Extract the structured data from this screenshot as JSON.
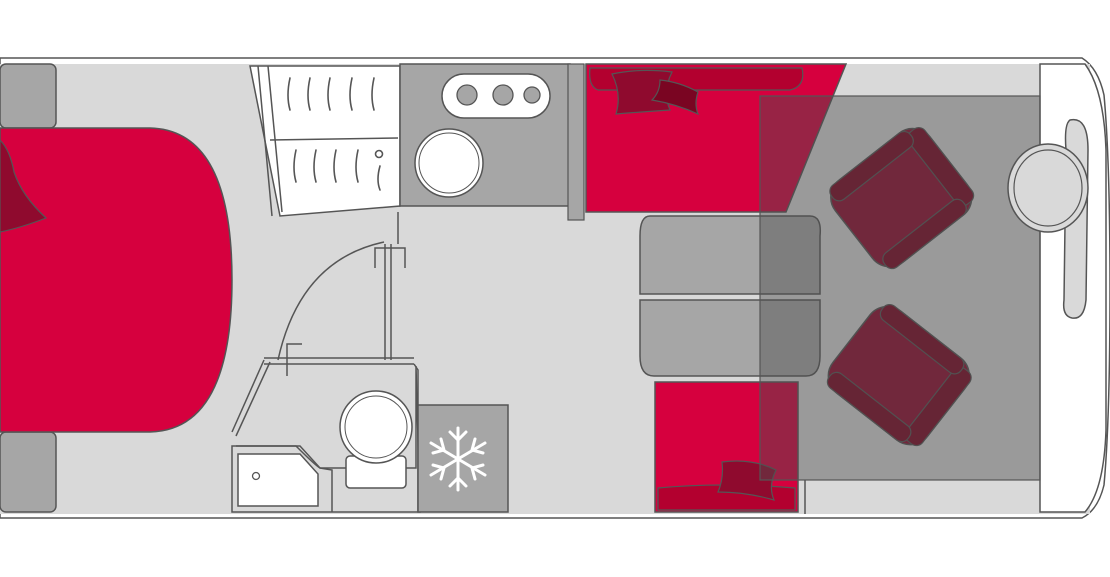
{
  "floorplan": {
    "colors": {
      "floor": "#d9d9d9",
      "outline": "#555555",
      "upholstery": "#d6003e",
      "upholstery_dark": "#8f0a2e",
      "cushion_dark": "#7a0522",
      "furniture_grey": "#a6a6a6",
      "cab_overlay": "#5a5a5a",
      "white": "#ffffff"
    },
    "areas": [
      "bed",
      "wardrobe",
      "kitchen",
      "front-dinette-bench",
      "rear-dinette-bench",
      "table",
      "cab",
      "bathroom",
      "fridge"
    ],
    "icons": [
      "snowflake-icon",
      "steering-wheel-icon",
      "hob-icon",
      "sink-icon",
      "toilet-icon",
      "shower-tray-icon"
    ]
  }
}
